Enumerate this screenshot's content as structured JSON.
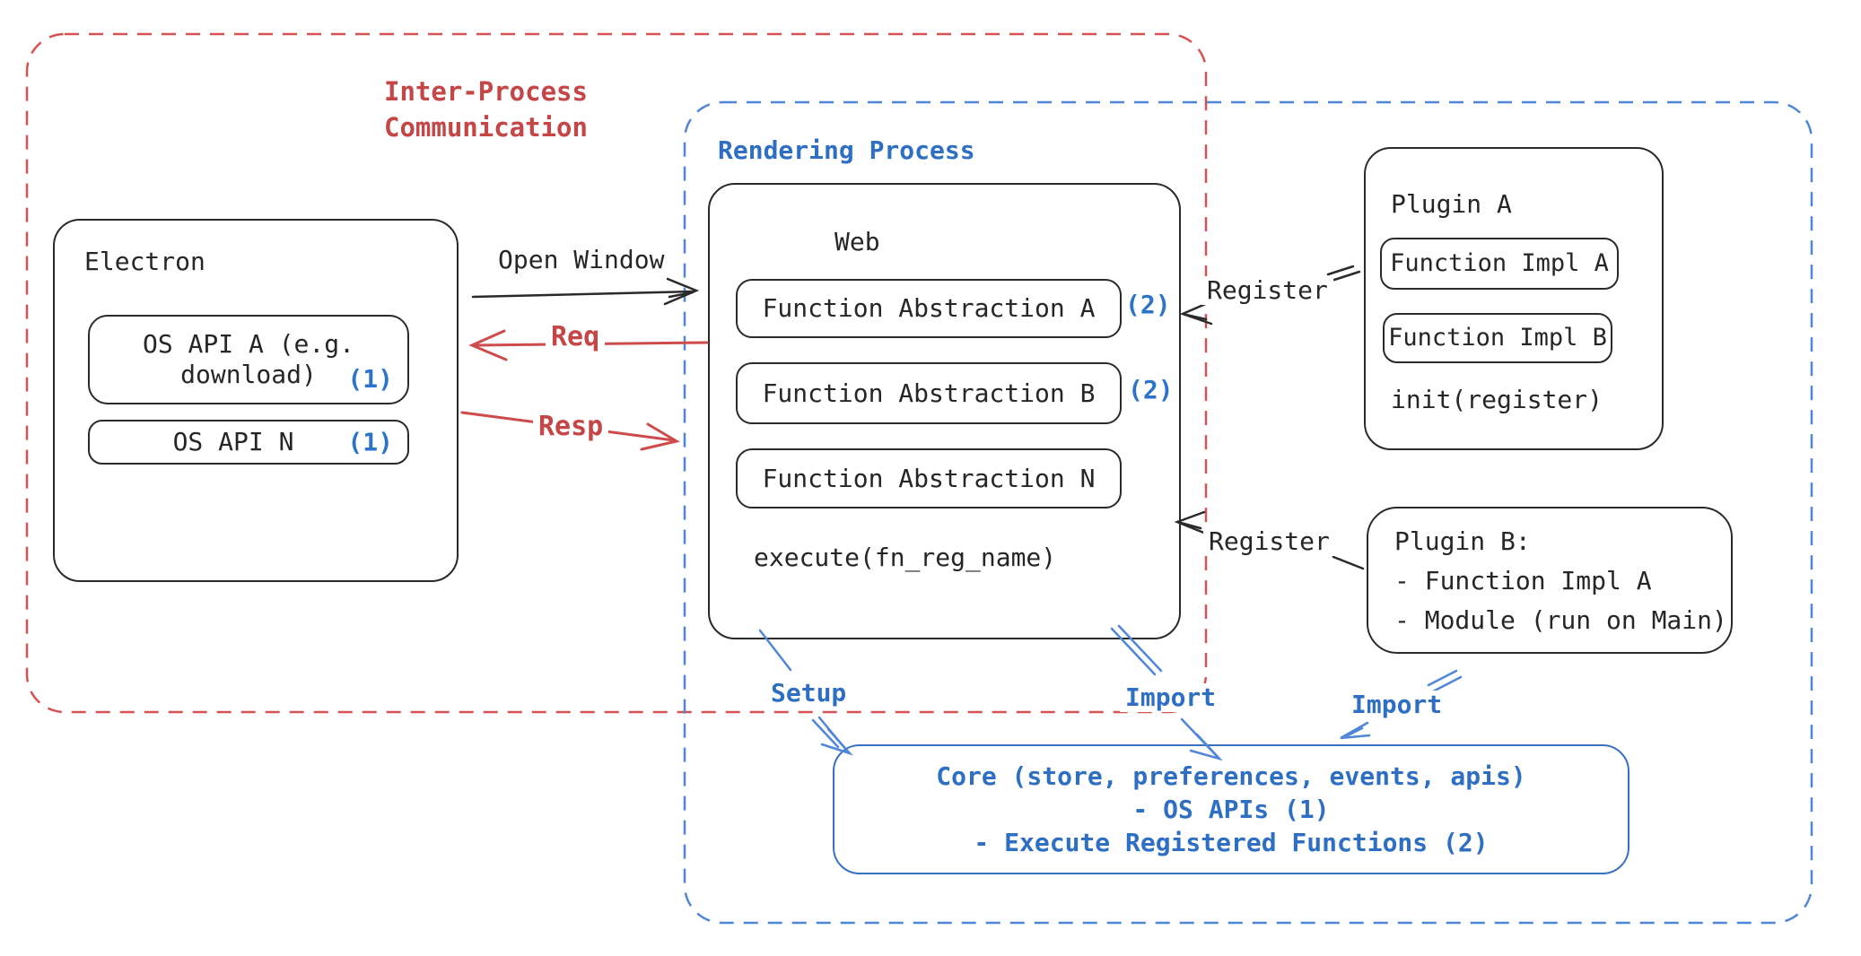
{
  "groups": {
    "ipc": {
      "label": "Inter-Process\nCommunication"
    },
    "rendering": {
      "label": "Rendering Process"
    }
  },
  "electron": {
    "title": "Electron",
    "os_api_a": {
      "line1": "OS API A (e.g.",
      "line2": "download)",
      "badge": "(1)"
    },
    "os_api_n": {
      "label": "OS API N",
      "badge": "(1)"
    }
  },
  "web": {
    "title": "Web",
    "items": [
      {
        "label": "Function Abstraction A",
        "badge": "(2)"
      },
      {
        "label": "Function Abstraction B",
        "badge": "(2)"
      },
      {
        "label": "Function Abstraction N",
        "badge": ""
      }
    ],
    "execute_label": "execute(fn_reg_name)"
  },
  "plugin_a": {
    "title": "Plugin A",
    "impl_a": "Function Impl A",
    "impl_b": "Function Impl B",
    "init_label": "init(register)"
  },
  "plugin_b": {
    "title": "Plugin B:",
    "item_1": "- Function Impl A",
    "item_2": "- Module (run on Main)"
  },
  "core": {
    "line1": "Core (store, preferences, events, apis)",
    "line2": "- OS APIs (1)",
    "line3": "- Execute Registered Functions (2)"
  },
  "arrows": {
    "open_window": "Open Window",
    "req": "Req",
    "resp": "Resp",
    "register_top": "Register",
    "register_bottom": "Register",
    "setup": "Setup",
    "import_mid": "Import",
    "import_right": "Import"
  },
  "colors": {
    "red": "#c54646",
    "red_dash": "#d65252",
    "blue": "#2e6fc3",
    "blue_badge": "#2b74c9",
    "blue_dash": "#4f86d8",
    "black": "#262626"
  }
}
